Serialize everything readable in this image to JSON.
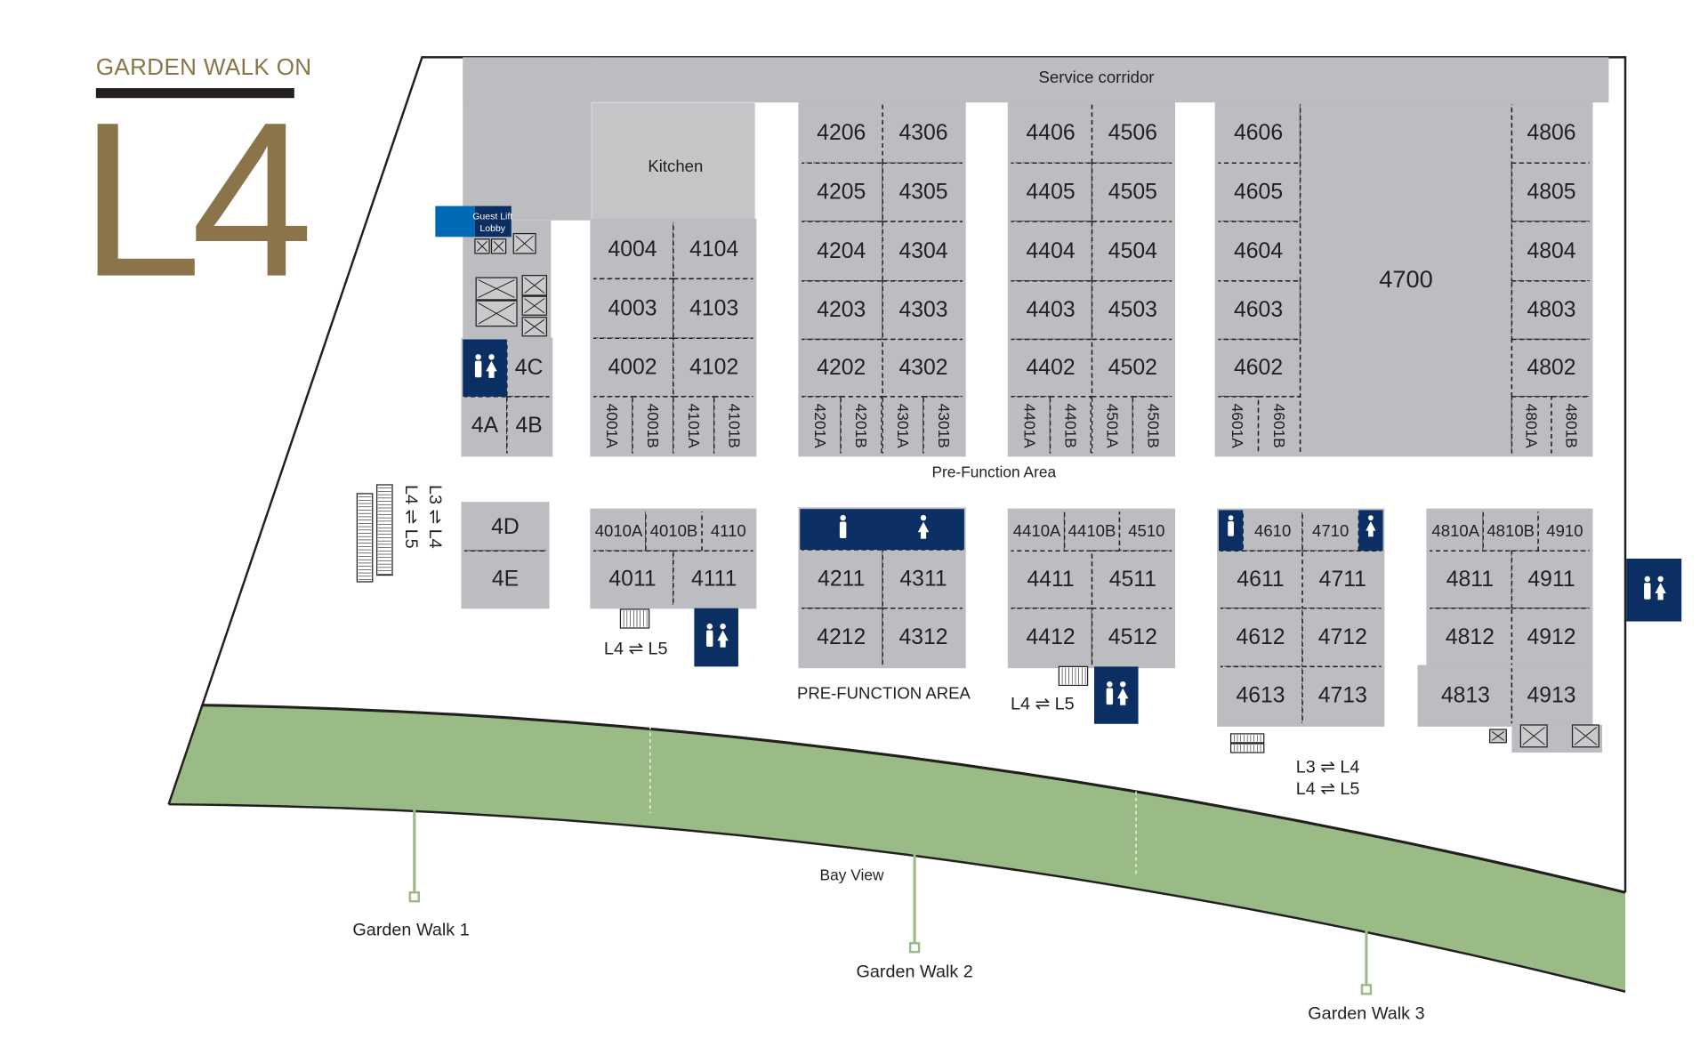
{
  "header": {
    "subtitle": "GARDEN WALK ON",
    "level": "L4"
  },
  "areas": {
    "service_corridor": "Service corridor",
    "kitchen": "Kitchen",
    "guest_lift_lobby_line1": "Guest Lift",
    "guest_lift_lobby_line2": "Lobby",
    "pre_function_upper": "Pre-Function Area",
    "pre_function_lower": "PRE-FUNCTION AREA",
    "bay_view": "Bay View"
  },
  "lifts": {
    "escalator_west_a": "L3 ⇌ L4",
    "escalator_west_b": "L4 ⇌ L5",
    "stair_4011": "L4 ⇌ L5",
    "stair_4412": "L4 ⇌ L5",
    "escalator_east_a": "L3 ⇌ L4",
    "escalator_east_b": "L4 ⇌ L5"
  },
  "garden_walks": [
    "Garden Walk 1",
    "Garden Walk 2",
    "Garden Walk 3"
  ],
  "rooms": [
    "4C",
    "4A",
    "4B",
    "4004",
    "4104",
    "4003",
    "4103",
    "4002",
    "4102",
    "4001A",
    "4001B",
    "4101A",
    "4101B",
    "4206",
    "4306",
    "4205",
    "4305",
    "4204",
    "4304",
    "4203",
    "4303",
    "4202",
    "4302",
    "4201A",
    "4201B",
    "4301A",
    "4301B",
    "4406",
    "4506",
    "4405",
    "4505",
    "4404",
    "4504",
    "4403",
    "4503",
    "4402",
    "4502",
    "4401A",
    "4401B",
    "4501A",
    "4501B",
    "4606",
    "4605",
    "4604",
    "4603",
    "4602",
    "4601A",
    "4601B",
    "4700",
    "4806",
    "4805",
    "4804",
    "4803",
    "4802",
    "4801A",
    "4801B",
    "4D",
    "4E",
    "4010A",
    "4010B",
    "4110",
    "4011",
    "4111",
    "4211",
    "4311",
    "4212",
    "4312",
    "4410A",
    "4410B",
    "4510",
    "4411",
    "4511",
    "4412",
    "4512",
    "4610",
    "4710",
    "4611",
    "4711",
    "4612",
    "4712",
    "4613",
    "4713",
    "4810A",
    "4810B",
    "4910",
    "4811",
    "4911",
    "4812",
    "4912",
    "4813",
    "4913"
  ],
  "colors": {
    "room": "#bcbdc0",
    "navy": "#0b2e63",
    "lift_blue": "#0069b4",
    "garden": "#9bbb86",
    "gold": "#8b7449"
  }
}
